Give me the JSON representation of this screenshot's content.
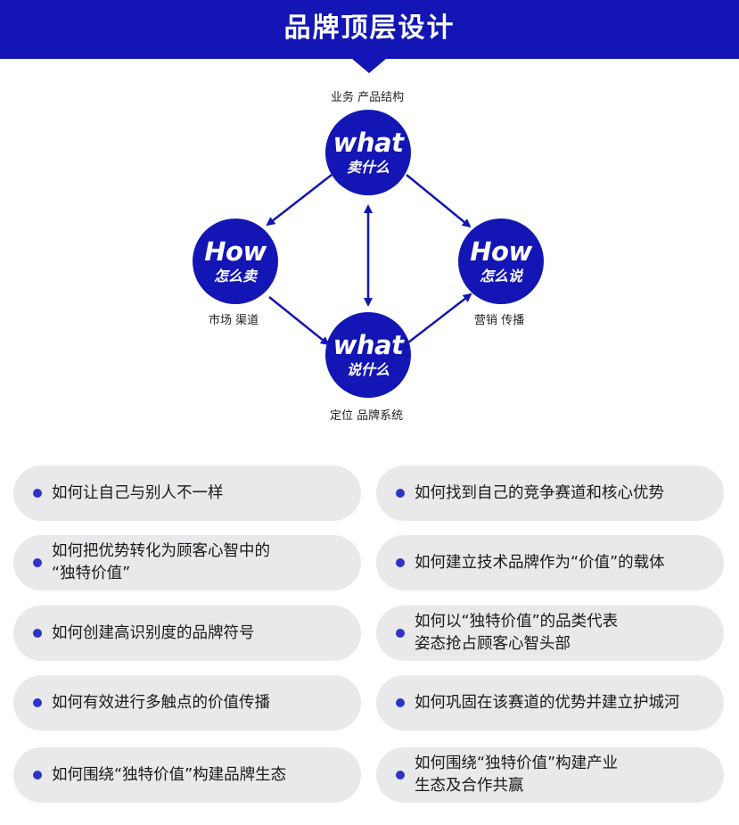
{
  "header": {
    "title": "品牌顶层设计"
  },
  "diagram": {
    "nodes": [
      {
        "main": "what",
        "sub": "卖什么",
        "caption": "业务 产品结构"
      },
      {
        "main": "How",
        "sub": "怎么卖",
        "caption": "市场 渠道"
      },
      {
        "main": "How",
        "sub": "怎么说",
        "caption": "营销 传播"
      },
      {
        "main": "what",
        "sub": "说什么",
        "caption": "定位 品牌系统"
      }
    ]
  },
  "items": [
    {
      "lines": [
        "如何让自己与别人不一样"
      ]
    },
    {
      "lines": [
        "如何找到自己的竞争赛道和核心优势"
      ]
    },
    {
      "lines": [
        "如何把优势转化为顾客心智中的",
        "“独特价值”"
      ]
    },
    {
      "lines": [
        "如何建立技术品牌作为“价值”的载体"
      ]
    },
    {
      "lines": [
        "如何创建高识别度的品牌符号"
      ]
    },
    {
      "lines": [
        "如何以“独特价值”的品类代表",
        "姿态抢占顾客心智头部"
      ]
    },
    {
      "lines": [
        "如何有效进行多触点的价值传播"
      ]
    },
    {
      "lines": [
        "如何巩固在该赛道的优势并建立护城河"
      ]
    },
    {
      "lines": [
        "如何围绕“独特价值”构建品牌生态"
      ]
    },
    {
      "lines": [
        "如何围绕“独特价值”构建产业",
        "生态及合作共赢"
      ]
    }
  ],
  "colors": {
    "brand": "#1316b4",
    "item_bg": "#e9e9ec",
    "bullet": "#2e33c6"
  }
}
